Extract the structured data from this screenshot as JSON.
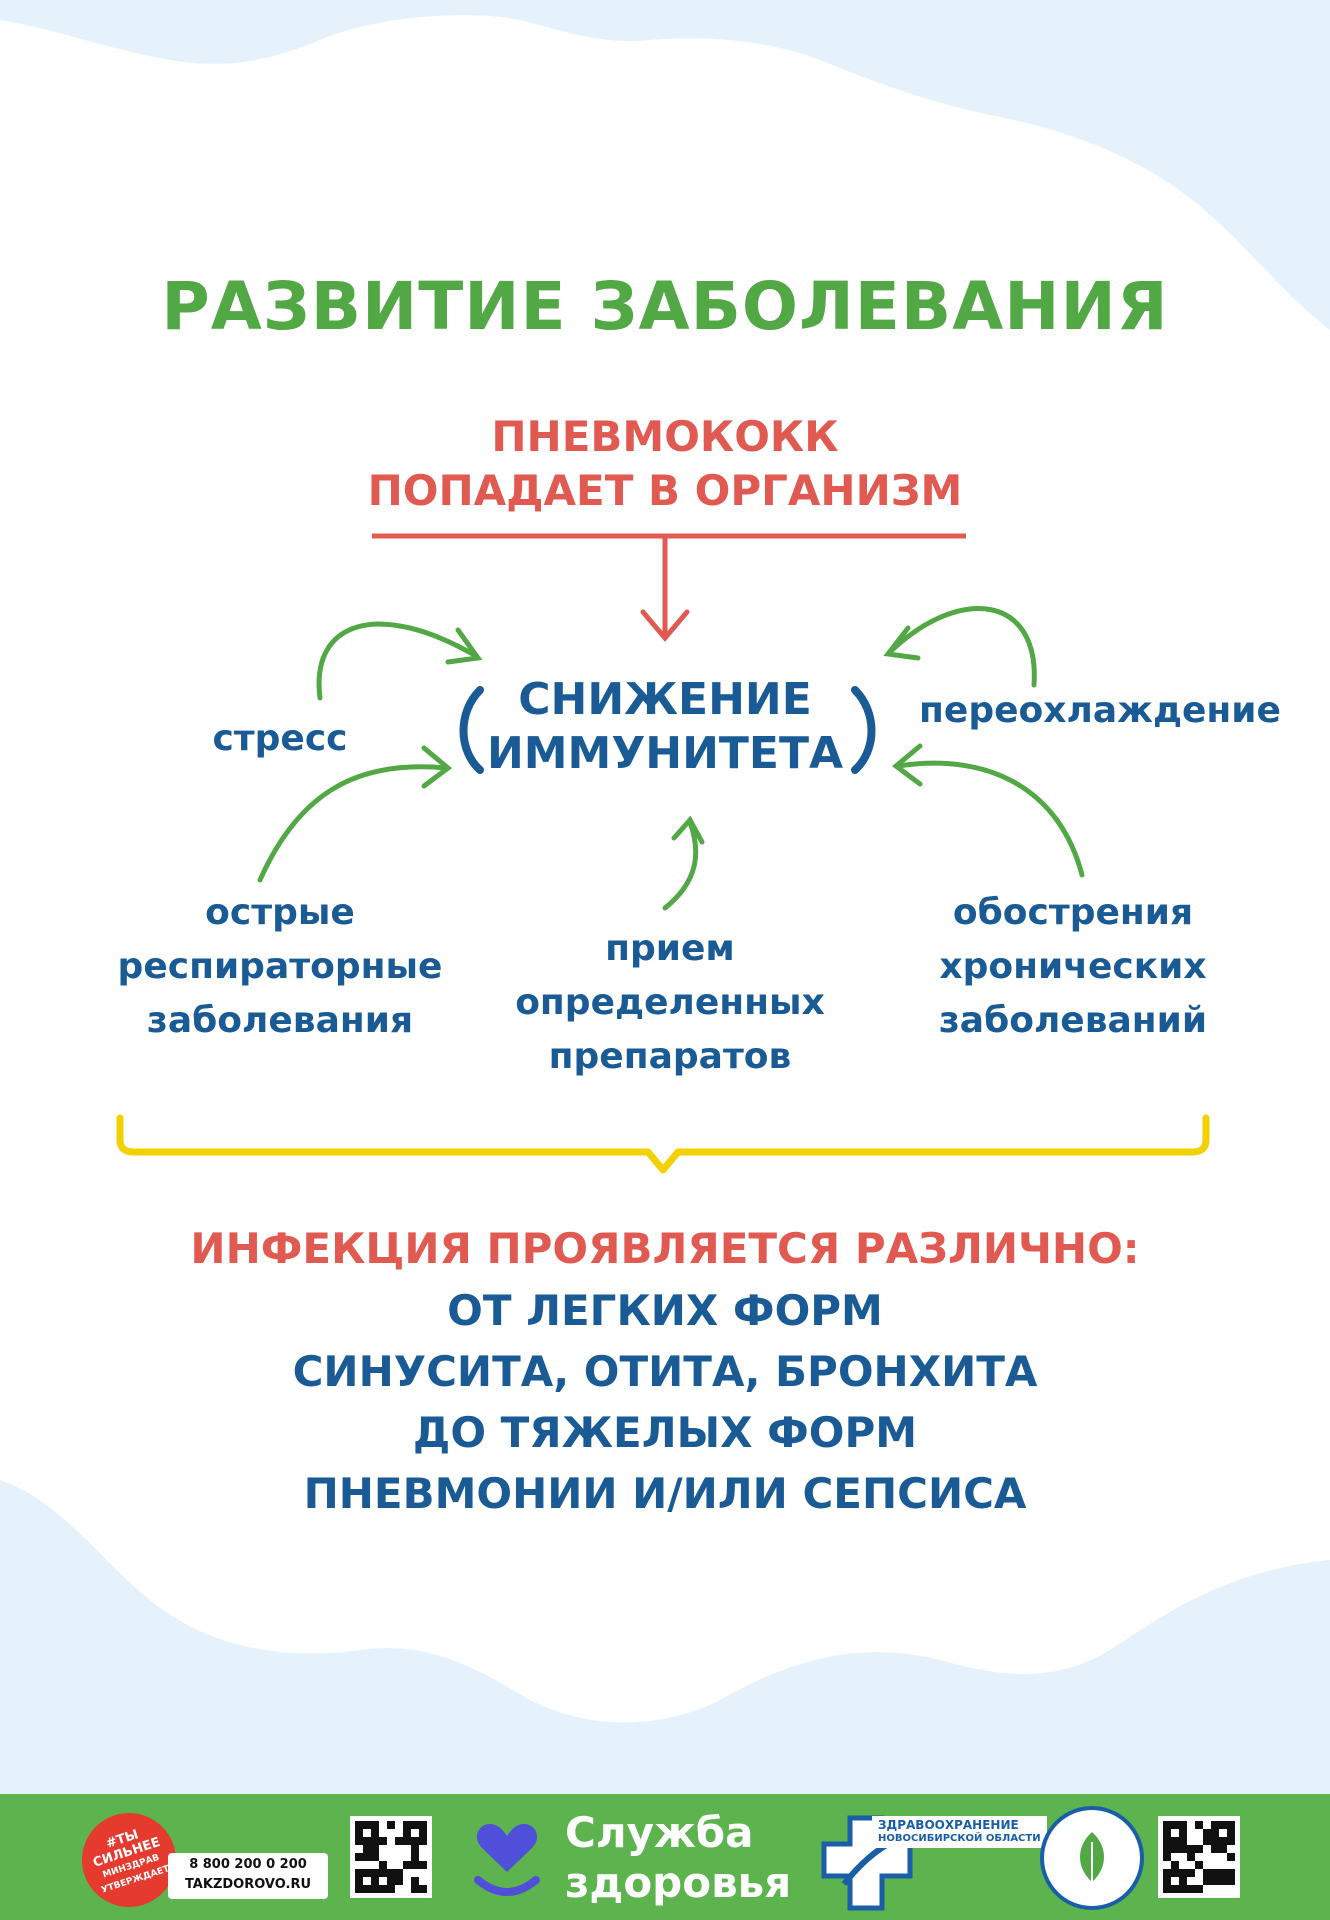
{
  "title": "РАЗВИТИЕ ЗАБОЛЕВАНИЯ",
  "trigger": {
    "lines": [
      "ПНЕВМОКОКК",
      "ПОПАДАЕТ В ОРГАНИЗМ"
    ]
  },
  "center": {
    "lines": [
      "СНИЖЕНИЕ",
      "ИММУНИТЕТА"
    ]
  },
  "causes": {
    "stress": [
      "стресс"
    ],
    "hypothermia": [
      "переохлаждение"
    ],
    "acute_respiratory": [
      "острые",
      "респираторные",
      "заболевания"
    ],
    "medications": [
      "прием",
      "определенных",
      "препаратов"
    ],
    "chronic_exacerbation": [
      "обострения",
      "хронических",
      "заболеваний"
    ]
  },
  "outcome": {
    "heading": "ИНФЕКЦИЯ ПРОЯВЛЯЕТСЯ РАЗЛИЧНО:",
    "lines": [
      "ОТ ЛЕГКИХ ФОРМ",
      "СИНУСИТА, ОТИТА, БРОНХИТА",
      "ДО ТЯЖЕЛЫХ ФОРМ",
      "ПНЕВМОНИИ И/ИЛИ СЕПСИСА"
    ]
  },
  "footer": {
    "campaign_badge": [
      "#ТЫ",
      "СИЛЬНЕЕ",
      "МИНЗДРАВ",
      "УТВЕРЖДАЕТ"
    ],
    "hotline_phone": "8 800 200 0 200",
    "hotline_site": "TAKZDOROVO.RU",
    "service_name": [
      "Служба",
      "здоровья"
    ],
    "org_name": [
      "ЗДРАВООХРАНЕНИЕ",
      "НОВОСИБИРСКОЙ ОБЛАСТИ"
    ]
  },
  "colors": {
    "green": "#52a845",
    "red": "#e05a52",
    "blue": "#1a5b95",
    "yellow": "#f3d000",
    "footer_green": "#5db44e"
  }
}
